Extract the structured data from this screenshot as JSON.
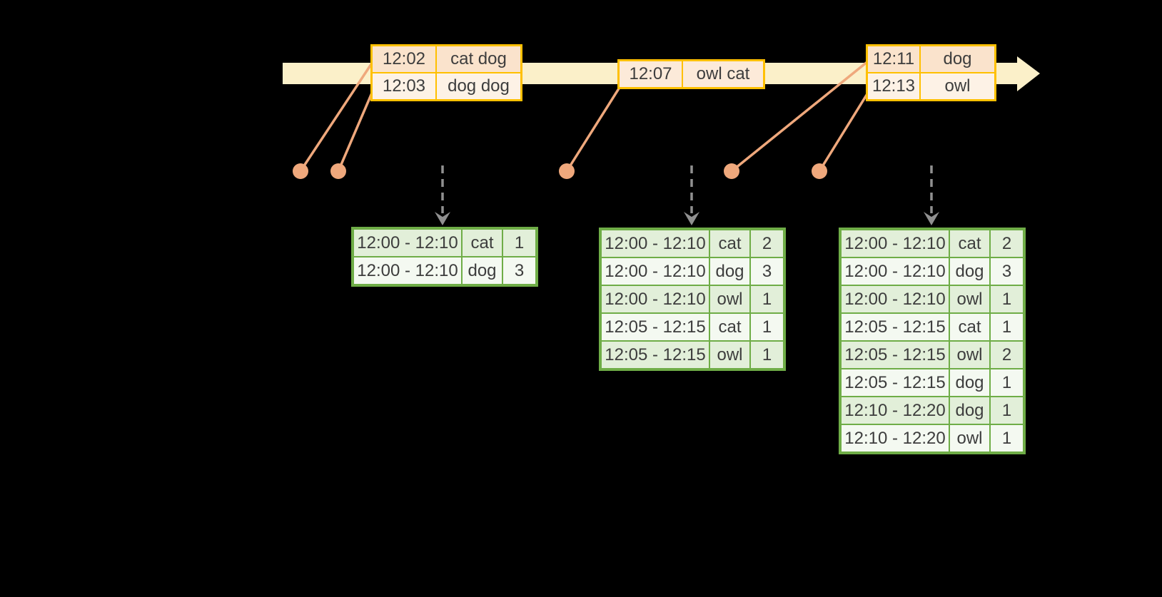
{
  "timeline": {
    "events": [
      {
        "id": "event-table-1",
        "rows": [
          {
            "time": "12:02",
            "words": "cat dog"
          },
          {
            "time": "12:03",
            "words": "dog dog"
          }
        ]
      },
      {
        "id": "event-table-2",
        "rows": [
          {
            "time": "12:07",
            "words": "owl cat"
          }
        ]
      },
      {
        "id": "event-table-3",
        "rows": [
          {
            "time": "12:11",
            "words": "dog"
          },
          {
            "time": "12:13",
            "words": "owl"
          }
        ]
      }
    ],
    "event_dot_count": 5,
    "trigger_arrow_count": 3
  },
  "result_tables": [
    {
      "id": "result-table-1",
      "rows": [
        {
          "window": "12:00 - 12:10",
          "word": "cat",
          "count": "1"
        },
        {
          "window": "12:00 - 12:10",
          "word": "dog",
          "count": "3"
        }
      ]
    },
    {
      "id": "result-table-2",
      "rows": [
        {
          "window": "12:00 - 12:10",
          "word": "cat",
          "count": "2"
        },
        {
          "window": "12:00 - 12:10",
          "word": "dog",
          "count": "3"
        },
        {
          "window": "12:00 - 12:10",
          "word": "owl",
          "count": "1"
        },
        {
          "window": "12:05 - 12:15",
          "word": "cat",
          "count": "1"
        },
        {
          "window": "12:05 - 12:15",
          "word": "owl",
          "count": "1"
        }
      ]
    },
    {
      "id": "result-table-3",
      "rows": [
        {
          "window": "12:00 - 12:10",
          "word": "cat",
          "count": "2"
        },
        {
          "window": "12:00 - 12:10",
          "word": "dog",
          "count": "3"
        },
        {
          "window": "12:00 - 12:10",
          "word": "owl",
          "count": "1"
        },
        {
          "window": "12:05 - 12:15",
          "word": "cat",
          "count": "1"
        },
        {
          "window": "12:05 - 12:15",
          "word": "owl",
          "count": "2"
        },
        {
          "window": "12:05 - 12:15",
          "word": "dog",
          "count": "1"
        },
        {
          "window": "12:10 - 12:20",
          "word": "dog",
          "count": "1"
        },
        {
          "window": "12:10 - 12:20",
          "word": "owl",
          "count": "1"
        }
      ]
    }
  ],
  "colors": {
    "background": "#000000",
    "timeline_band": "#FBF0C9",
    "event_border": "#FFC000",
    "event_row_dark": "#FAE3CC",
    "event_row_light": "#FDF2E6",
    "event_row_single": "#FCEAD9",
    "connector": "#EFA87C",
    "trigger_arrow": "#909090",
    "result_border": "#6FAD47",
    "result_row_dark": "#E2EFD9",
    "result_row_light": "#F4F9F1",
    "text": "#3D3D3D"
  }
}
